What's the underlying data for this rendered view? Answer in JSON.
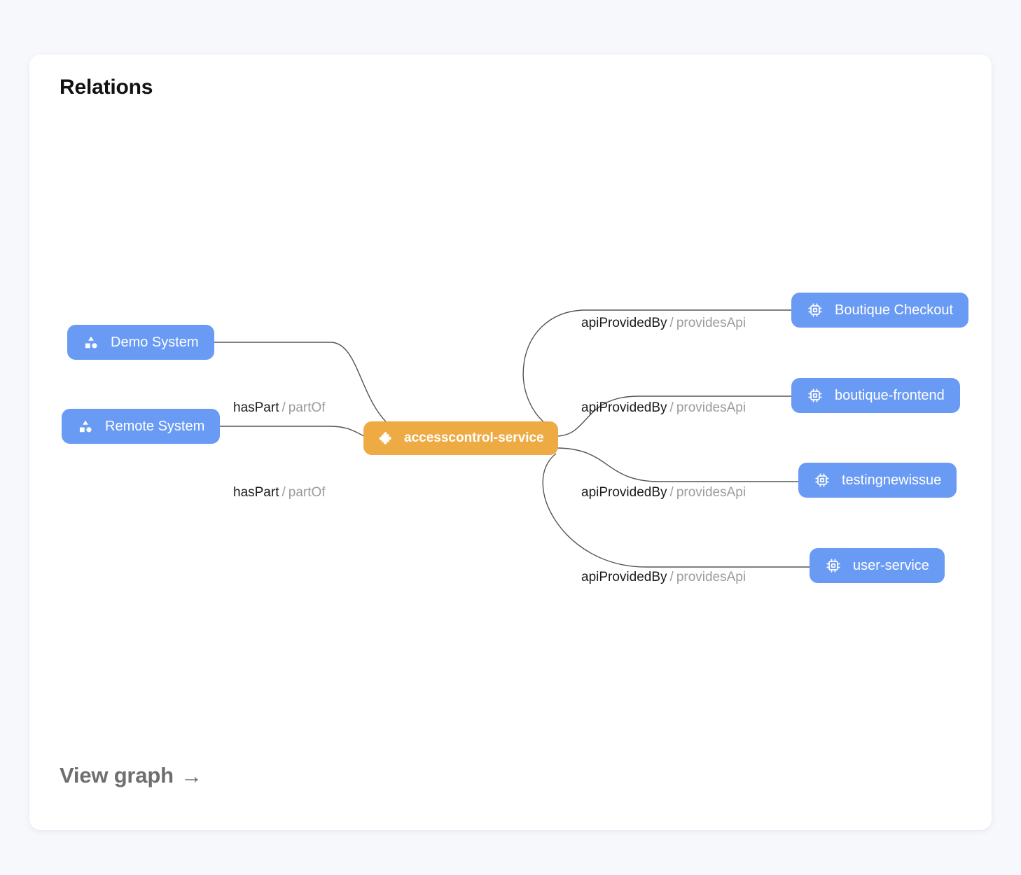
{
  "card": {
    "title": "Relations",
    "footer_link": "View graph",
    "footer_link_arrow": "→"
  },
  "colors": {
    "page_background": "#f7f8fc",
    "card_background": "#ffffff",
    "entity_node": "#6a9bf4",
    "focus_node": "#eeab44",
    "edge_stroke": "#555555",
    "label_primary": "#1b1b1b",
    "label_secondary": "#9b9b9b"
  },
  "graph": {
    "focus_node": {
      "id": "accesscontrol-service",
      "label": "accesscontrol-service",
      "icon": "puzzle-piece-icon",
      "kind": "component"
    },
    "nodes": [
      {
        "id": "demo-system",
        "label": "Demo System",
        "icon": "shapes-icon",
        "kind": "system",
        "side": "left"
      },
      {
        "id": "remote-system",
        "label": "Remote System",
        "icon": "shapes-icon",
        "kind": "system",
        "side": "left"
      },
      {
        "id": "boutique-checkout",
        "label": "Boutique Checkout",
        "icon": "chip-icon",
        "kind": "api",
        "side": "right"
      },
      {
        "id": "boutique-frontend",
        "label": "boutique-frontend",
        "icon": "chip-icon",
        "kind": "api",
        "side": "right"
      },
      {
        "id": "testingnewissue",
        "label": "testingnewissue",
        "icon": "chip-icon",
        "kind": "api",
        "side": "right"
      },
      {
        "id": "user-service",
        "label": "user-service",
        "icon": "chip-icon",
        "kind": "api",
        "side": "right"
      }
    ],
    "edges": [
      {
        "source": "demo-system",
        "target": "accesscontrol-service",
        "relation": "hasPart",
        "inverse": "partOf",
        "separator": "/"
      },
      {
        "source": "remote-system",
        "target": "accesscontrol-service",
        "relation": "hasPart",
        "inverse": "partOf",
        "separator": "/"
      },
      {
        "source": "accesscontrol-service",
        "target": "boutique-checkout",
        "relation": "apiProvidedBy",
        "inverse": "providesApi",
        "separator": "/"
      },
      {
        "source": "accesscontrol-service",
        "target": "boutique-frontend",
        "relation": "apiProvidedBy",
        "inverse": "providesApi",
        "separator": "/"
      },
      {
        "source": "accesscontrol-service",
        "target": "testingnewissue",
        "relation": "apiProvidedBy",
        "inverse": "providesApi",
        "separator": "/"
      },
      {
        "source": "accesscontrol-service",
        "target": "user-service",
        "relation": "apiProvidedBy",
        "inverse": "providesApi",
        "separator": "/"
      }
    ]
  }
}
